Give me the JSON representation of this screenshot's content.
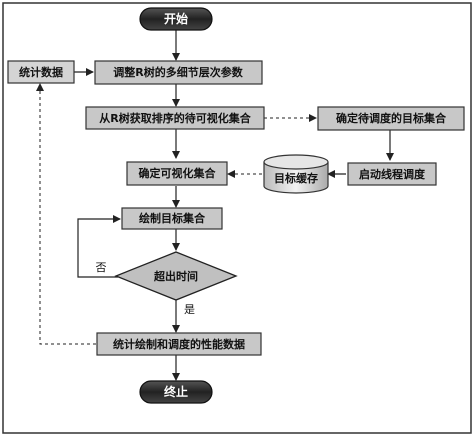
{
  "diagram": {
    "start": "开始",
    "end": "终止",
    "nodes": {
      "stats": "统计数据",
      "adjust": "调整R树的多细节层次参数",
      "fetch": "从R树获取排序的待可视化集合",
      "determine_target": "确定待调度的目标集合",
      "cache": "目标缓存",
      "thread": "启动线程调度",
      "determine_visible": "确定可视化集合",
      "draw": "绘制目标集合",
      "timeout": "超出时间",
      "perf": "统计绘制和调度的性能数据"
    },
    "edge_labels": {
      "no": "否",
      "yes": "是"
    }
  }
}
